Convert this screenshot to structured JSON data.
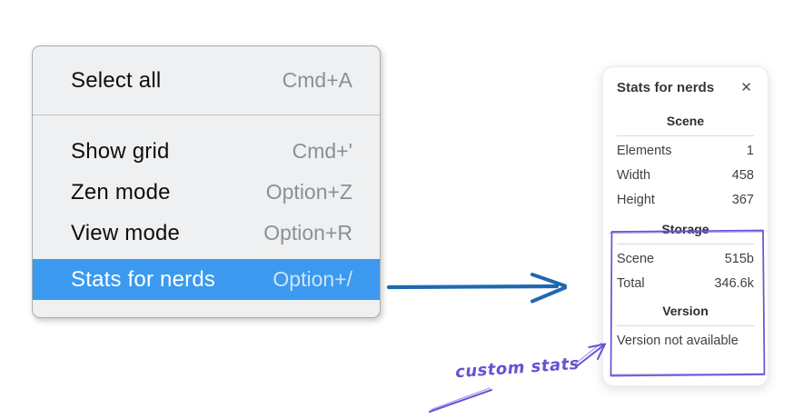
{
  "context_menu": {
    "items": [
      {
        "label": "Select all",
        "shortcut": "Cmd+A",
        "highlighted": false
      },
      {
        "label": "Show grid",
        "shortcut": "Cmd+'",
        "highlighted": false
      },
      {
        "label": "Zen mode",
        "shortcut": "Option+Z",
        "highlighted": false
      },
      {
        "label": "View mode",
        "shortcut": "Option+R",
        "highlighted": false
      },
      {
        "label": "Stats for nerds",
        "shortcut": "Option+/",
        "highlighted": true
      }
    ]
  },
  "stats_panel": {
    "title": "Stats for nerds",
    "close_icon": "✕",
    "sections": [
      {
        "heading": "Scene",
        "rows": [
          {
            "label": "Elements",
            "value": "1"
          },
          {
            "label": "Width",
            "value": "458"
          },
          {
            "label": "Height",
            "value": "367"
          }
        ]
      },
      {
        "heading": "Storage",
        "rows": [
          {
            "label": "Scene",
            "value": "515b"
          },
          {
            "label": "Total",
            "value": "346.6k"
          }
        ]
      },
      {
        "heading": "Version",
        "text": "Version not available"
      }
    ]
  },
  "annotations": {
    "custom_stats_label": "custom stats"
  },
  "colors": {
    "menu_highlight": "#3b9aef",
    "menu_background": "#eff0f1",
    "arrow_blue": "#1e68b2",
    "annotation_purple": "#6c4fd6"
  }
}
